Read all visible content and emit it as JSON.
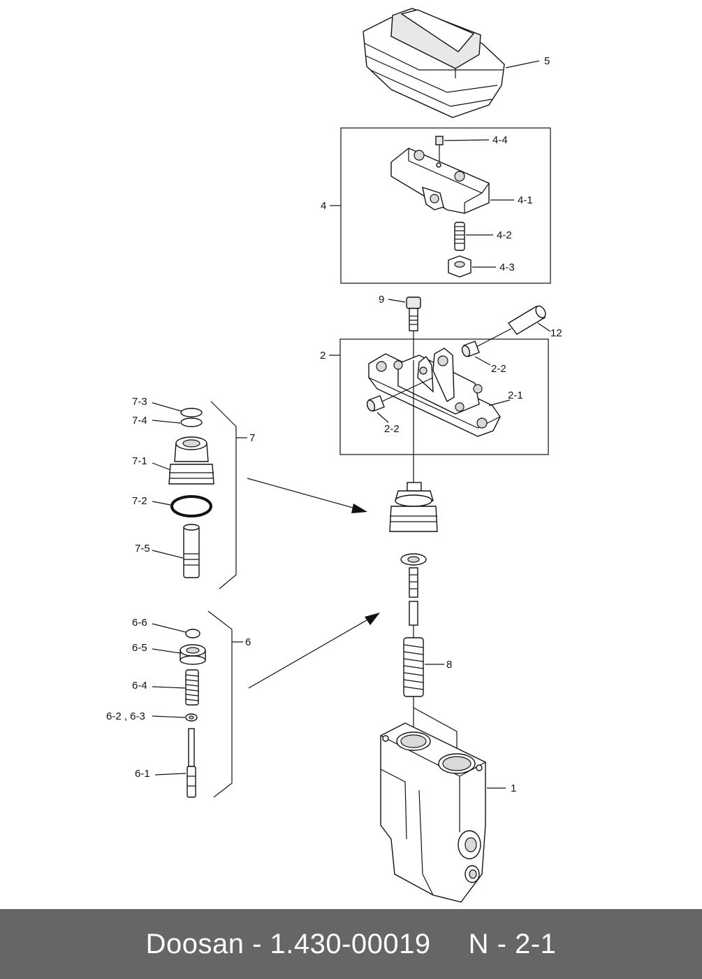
{
  "labels": {
    "p5": "5",
    "p4": "4",
    "p4_4": "4-4",
    "p4_1": "4-1",
    "p4_2": "4-2",
    "p4_3": "4-3",
    "p9": "9",
    "p12": "12",
    "p2": "2",
    "p2_2a": "2-2",
    "p2_1": "2-1",
    "p2_2b": "2-2",
    "p7_3": "7-3",
    "p7_4": "7-4",
    "p7": "7",
    "p7_1": "7-1",
    "p7_2": "7-2",
    "p7_5": "7-5",
    "p6_6": "6-6",
    "p6": "6",
    "p6_5": "6-5",
    "p8": "8",
    "p6_4": "6-4",
    "p6_2_3": "6-2 , 6-3",
    "p6_1": "6-1",
    "p1": "1"
  },
  "footer": {
    "brand_part": "Doosan - 1.430-00019",
    "ref": "N - 2-1"
  }
}
